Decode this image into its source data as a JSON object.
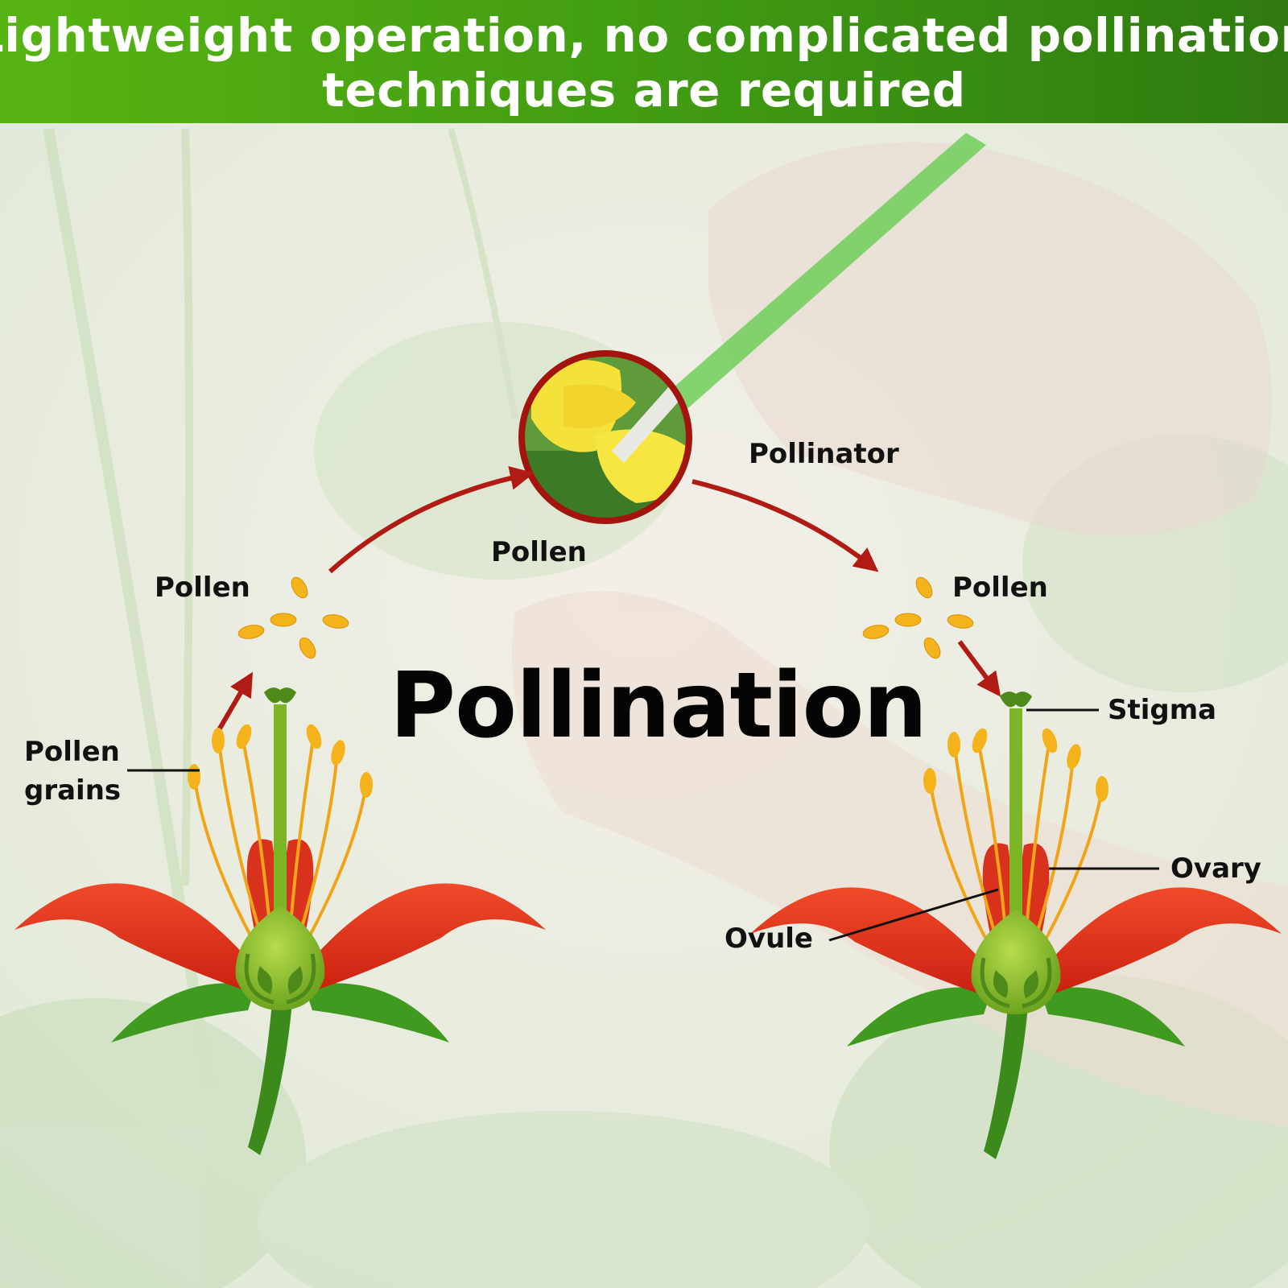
{
  "banner": {
    "line1": "Lightweight operation, no complicated pollination",
    "line2": "techniques are required",
    "color_start": "#56b412",
    "color_end": "#2f7a10"
  },
  "diagram": {
    "title": "Pollination",
    "labels": {
      "pollen_left": "Pollen",
      "pollen_center": "Pollen",
      "pollinator": "Pollinator",
      "pollen_right": "Pollen",
      "pollen_grains_line1": "Pollen",
      "pollen_grains_line2": "grains",
      "stigma": "Stigma",
      "ovary": "Ovary",
      "ovule": "Ovule"
    },
    "colors": {
      "arrow": "#b01c14",
      "petal": "#e2321c",
      "pistil": "#7cb526",
      "anther": "#f4b31a",
      "leaf": "#3f9a1f"
    },
    "icons": [
      "left-flower-illustration",
      "right-flower-illustration",
      "pollination-stick-circle",
      "curved-arrow"
    ]
  }
}
